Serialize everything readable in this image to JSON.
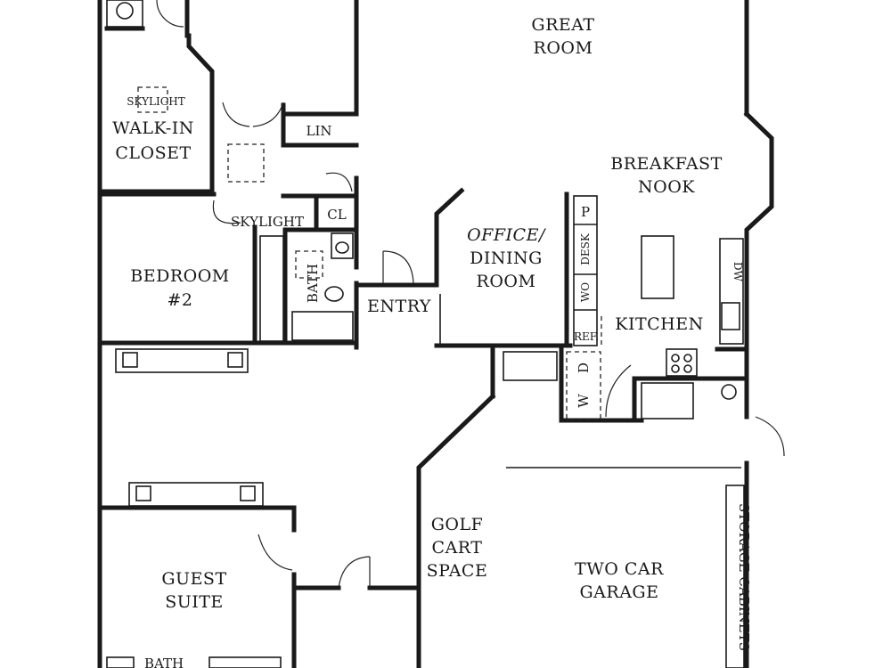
{
  "rooms": {
    "great_room": [
      "GREAT",
      "ROOM"
    ],
    "walk_in_closet": [
      "WALK-IN",
      "CLOSET"
    ],
    "skylight_closet": "SKYLIGHT",
    "linen": "LIN",
    "breakfast_nook": [
      "BREAKFAST",
      "NOOK"
    ],
    "closet": "CL",
    "skylight_hall": "SKYLIGHT",
    "bedroom2": [
      "BEDROOM",
      "#2"
    ],
    "bath": "BATH",
    "entry": "ENTRY",
    "office": [
      "OFFICE/",
      "DINING",
      "ROOM"
    ],
    "pantry": "P",
    "desk": "DESK",
    "wall_oven": "WO",
    "refrigerator": "REF.",
    "dishwasher": "DW",
    "kitchen": "KITCHEN",
    "washer": "W",
    "dryer": "D",
    "golf_cart": [
      "GOLF",
      "CART",
      "SPACE"
    ],
    "garage": [
      "TWO CAR",
      "GARAGE"
    ],
    "storage": "STORAGE CABINETS",
    "guest_suite": [
      "GUEST",
      "SUITE"
    ],
    "guest_bath": "BATH"
  }
}
